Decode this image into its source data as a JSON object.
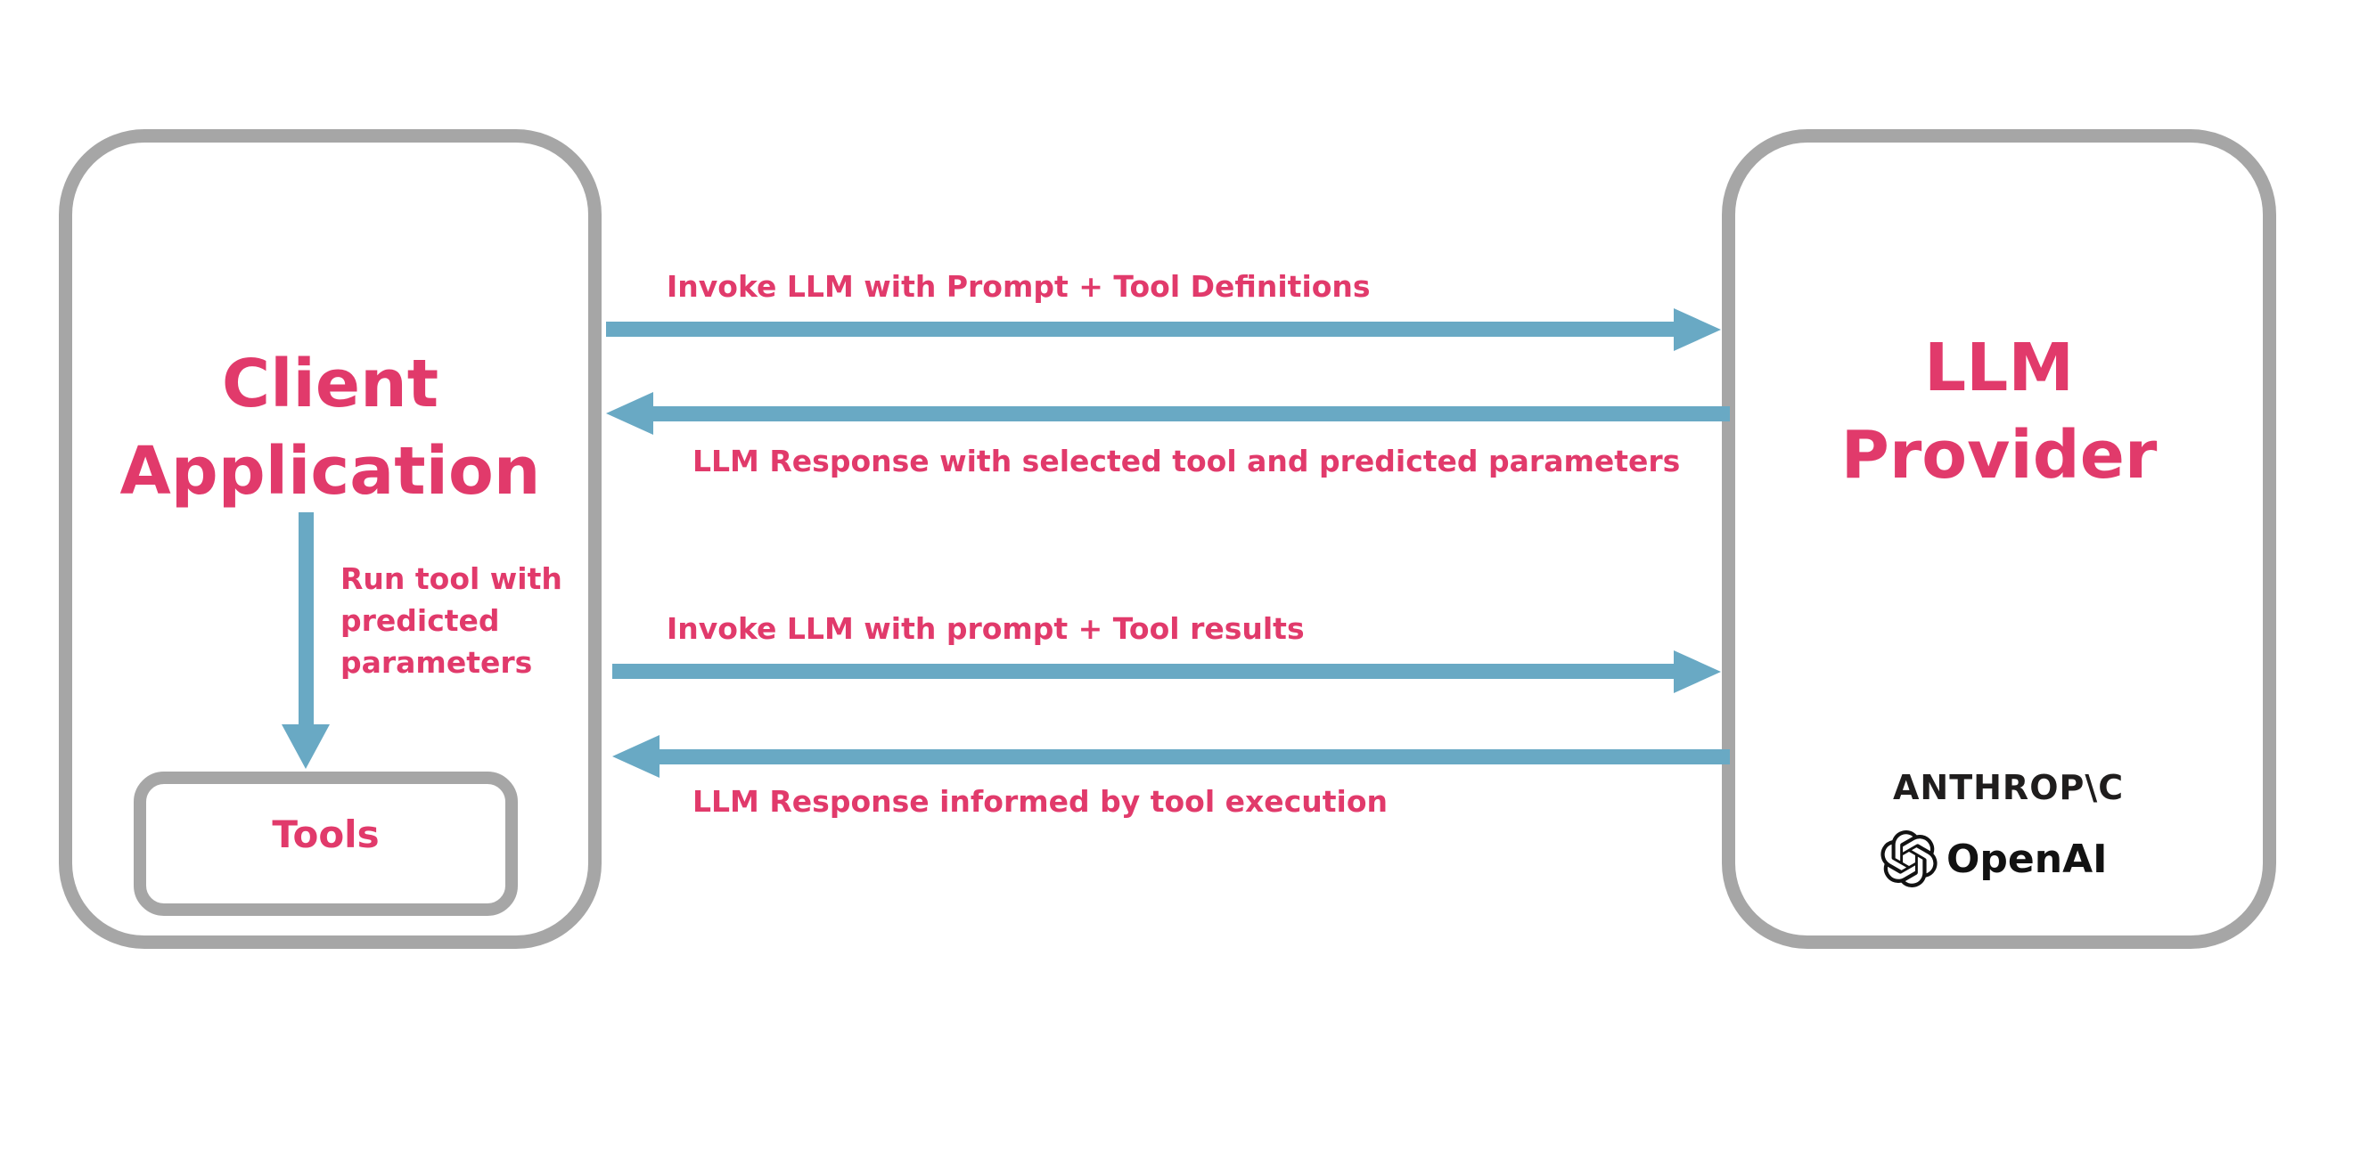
{
  "diagram": {
    "client": {
      "title": "Client\nApplication",
      "run_tool_label": "Run tool with\npredicted\nparameters",
      "tools_label": "Tools"
    },
    "provider": {
      "title": "LLM\nProvider",
      "anthropic_wordmark": "ANTHROP\\C",
      "openai_wordmark": "OpenAI"
    },
    "arrows": [
      {
        "direction": "right",
        "label": "Invoke LLM with Prompt + Tool Definitions"
      },
      {
        "direction": "left",
        "label": "LLM Response with selected tool and predicted parameters"
      },
      {
        "direction": "right",
        "label": "Invoke LLM with prompt + Tool results"
      },
      {
        "direction": "left",
        "label": "LLM Response informed by tool execution"
      }
    ],
    "colors": {
      "pink": "#E13A6B",
      "blue": "#69A9C4",
      "gray": "#A6A6A6",
      "logo_dark": "#1F1D1D"
    }
  }
}
